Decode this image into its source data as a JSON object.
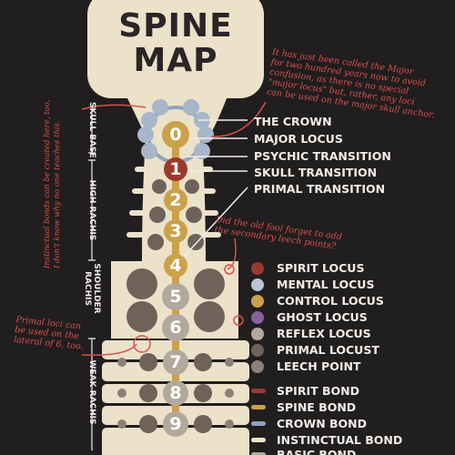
{
  "title": {
    "line1": "SPINE",
    "line2": "MAP"
  },
  "labels": [
    "THE CROWN",
    "MAJOR LOCUS",
    "PSYCHIC TRANSITION",
    "SKULL TRANSITION",
    "PRIMAL TRANSITION"
  ],
  "segment_numbers": [
    "0",
    "1",
    "2",
    "3",
    "4",
    "5",
    "6",
    "7",
    "8",
    "9"
  ],
  "regions": [
    "SKULL BASE",
    "HIGH RACHIS",
    "SHOULDER",
    "RACHIS",
    "WEAK RACHIS"
  ],
  "legend_loci": [
    {
      "label": "SPIRIT LOCUS",
      "color": "#9a3a2f"
    },
    {
      "label": "MENTAL LOCUS",
      "color": "#b9c4d3"
    },
    {
      "label": "CONTROL LOCUS",
      "color": "#c9a24a"
    },
    {
      "label": "GHOST LOCUS",
      "color": "#86629a"
    },
    {
      "label": "REFLEX LOCUS",
      "color": "#b4a79e"
    },
    {
      "label": "PRIMAL LOCUST",
      "color": "#6f625b"
    },
    {
      "label": "LEECH POINT",
      "color": "#8c8079"
    }
  ],
  "legend_bonds": [
    {
      "label": "SPIRIT BOND",
      "color": "#9a3a2f"
    },
    {
      "label": "SPINE BOND",
      "color": "#c9a24a"
    },
    {
      "label": "CROWN BOND",
      "color": "#8fa3bd"
    },
    {
      "label": "INSTINCTUAL BOND",
      "color": "#efe4cc"
    },
    {
      "label": "BASIC BOND",
      "color": "#b4a79e"
    }
  ],
  "notes": {
    "crown_note": [
      "It has just been called the Major",
      "for two hundred years now to avoid",
      "confusion, as there is no special",
      "\"major locus\" but, rather, any loci",
      "can be used on the major skull anchor."
    ],
    "instinct_note": [
      "Instinctual bonds can be created here, too,",
      "I don't know why no one teaches this."
    ],
    "leech_note": [
      "Did the old fool forget to add",
      "the secondary leech points?"
    ],
    "primal_note": [
      "Primal loci can",
      "be used on the",
      "lateral of 6, too."
    ]
  },
  "colors": {
    "background": "#211e1f",
    "bone": "#ece1c9",
    "annotation": "#d9524a",
    "text": "#f1ede6"
  }
}
